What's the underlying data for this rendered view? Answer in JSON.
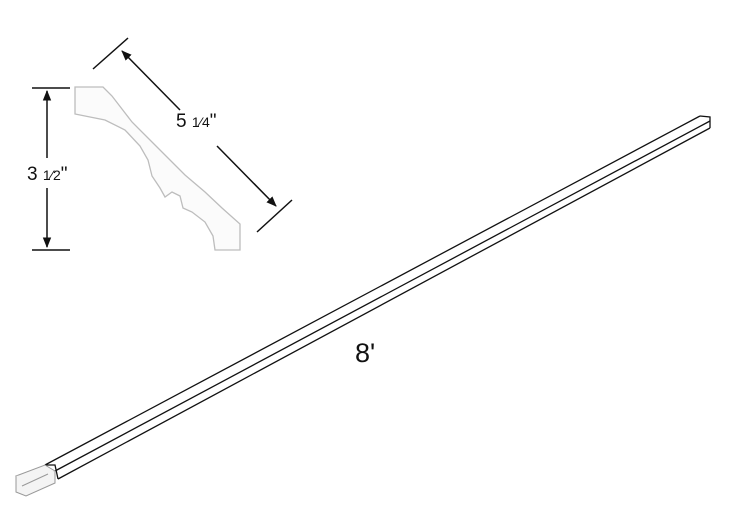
{
  "diagram": {
    "height_dimension": {
      "whole": "3",
      "fraction": "1⁄2",
      "unit": "\""
    },
    "width_dimension": {
      "whole": "5",
      "fraction": "1⁄4",
      "unit": "\""
    },
    "length_dimension": "8'"
  },
  "colors": {
    "line": "#111111",
    "profile_fill": "#fbfbfb",
    "profile_stroke": "#bdbdbd"
  }
}
